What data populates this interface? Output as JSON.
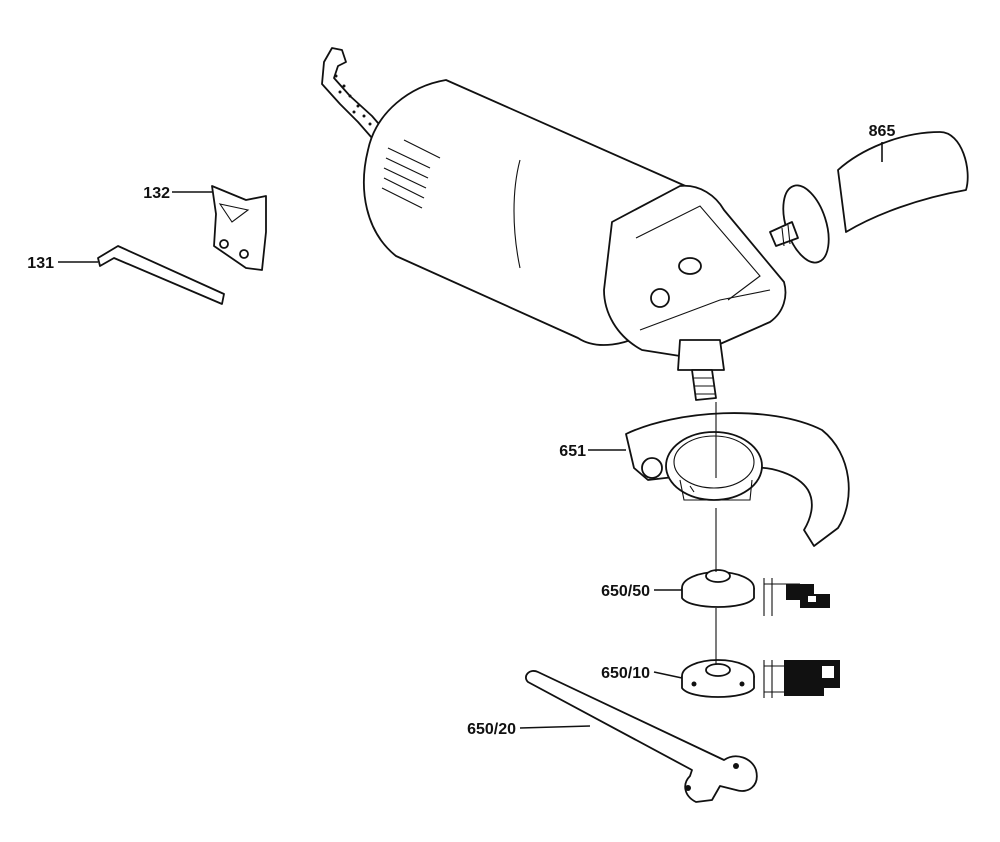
{
  "diagram": {
    "callouts": [
      {
        "id": "132",
        "text": "132"
      },
      {
        "id": "131",
        "text": "131"
      },
      {
        "id": "865",
        "text": "865"
      },
      {
        "id": "651",
        "text": "651"
      },
      {
        "id": "650_50",
        "text": "650/50"
      },
      {
        "id": "650_10",
        "text": "650/10"
      },
      {
        "id": "650_20",
        "text": "650/20"
      }
    ]
  }
}
